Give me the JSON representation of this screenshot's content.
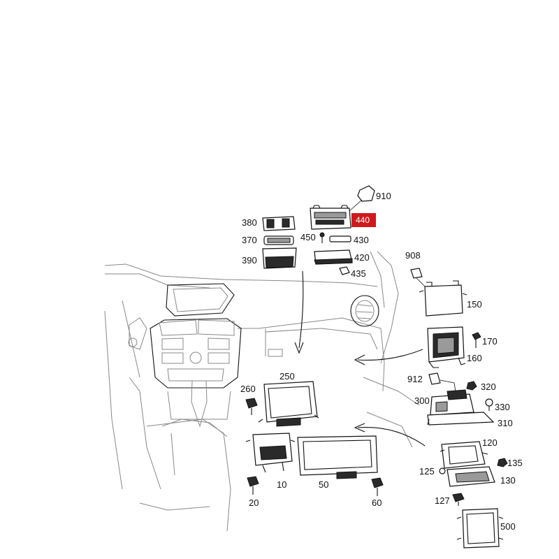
{
  "colors": {
    "highlight": "#d0191c",
    "ink": "#111111",
    "dash": "#888888"
  },
  "callouts": {
    "c910": "910",
    "c440": "440",
    "c380": "380",
    "c370": "370",
    "c450": "450",
    "c430": "430",
    "c390": "390",
    "c420": "420",
    "c435": "435",
    "c908": "908",
    "c150": "150",
    "c170": "170",
    "c160": "160",
    "c250": "250",
    "c260": "260",
    "c912": "912",
    "c320": "320",
    "c300": "300",
    "c330": "330",
    "c310": "310",
    "c120": "120",
    "c125": "125",
    "c135": "135",
    "c130": "130",
    "c10": "10",
    "c50": "50",
    "c20": "20",
    "c60": "60",
    "c127": "127",
    "c500": "500"
  }
}
